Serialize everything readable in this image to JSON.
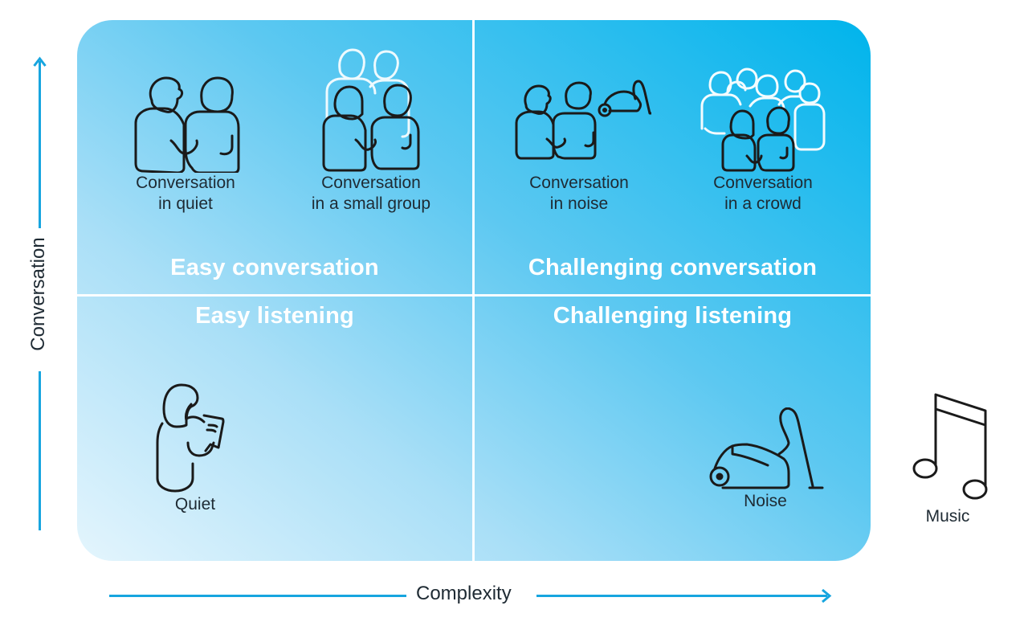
{
  "diagram": {
    "axes": {
      "vertical": {
        "label": "Conversation",
        "direction": "up"
      },
      "horizontal": {
        "label": "Complexity",
        "direction": "right"
      }
    },
    "colors": {
      "axis": "#17a5df",
      "panel_light": "#e4f5fd",
      "panel_dark": "#00b4ec",
      "divider": "#ffffff",
      "icon_stroke": "#1a1a1a",
      "background_people": "#ffffff"
    },
    "quadrants": {
      "top_left": {
        "title": "Easy conversation",
        "items": [
          {
            "label_line1": "Conversation",
            "label_line2": "in quiet",
            "icon": "two-people-talking-icon"
          },
          {
            "label_line1": "Conversation",
            "label_line2": "in a small group",
            "icon": "small-group-icon"
          }
        ]
      },
      "top_right": {
        "title": "Challenging conversation",
        "items": [
          {
            "label_line1": "Conversation",
            "label_line2": "in noise",
            "icon": "people-with-vacuum-icon"
          },
          {
            "label_line1": "Conversation",
            "label_line2": "in a crowd",
            "icon": "crowd-icon"
          }
        ]
      },
      "bottom_left": {
        "title": "Easy listening",
        "items": [
          {
            "label": "Quiet",
            "icon": "person-reading-icon"
          }
        ]
      },
      "bottom_right": {
        "title": "Challenging listening",
        "items": [
          {
            "label": "Noise",
            "icon": "vacuum-cleaner-icon"
          }
        ]
      }
    },
    "outside": {
      "label": "Music",
      "icon": "music-note-icon"
    }
  }
}
